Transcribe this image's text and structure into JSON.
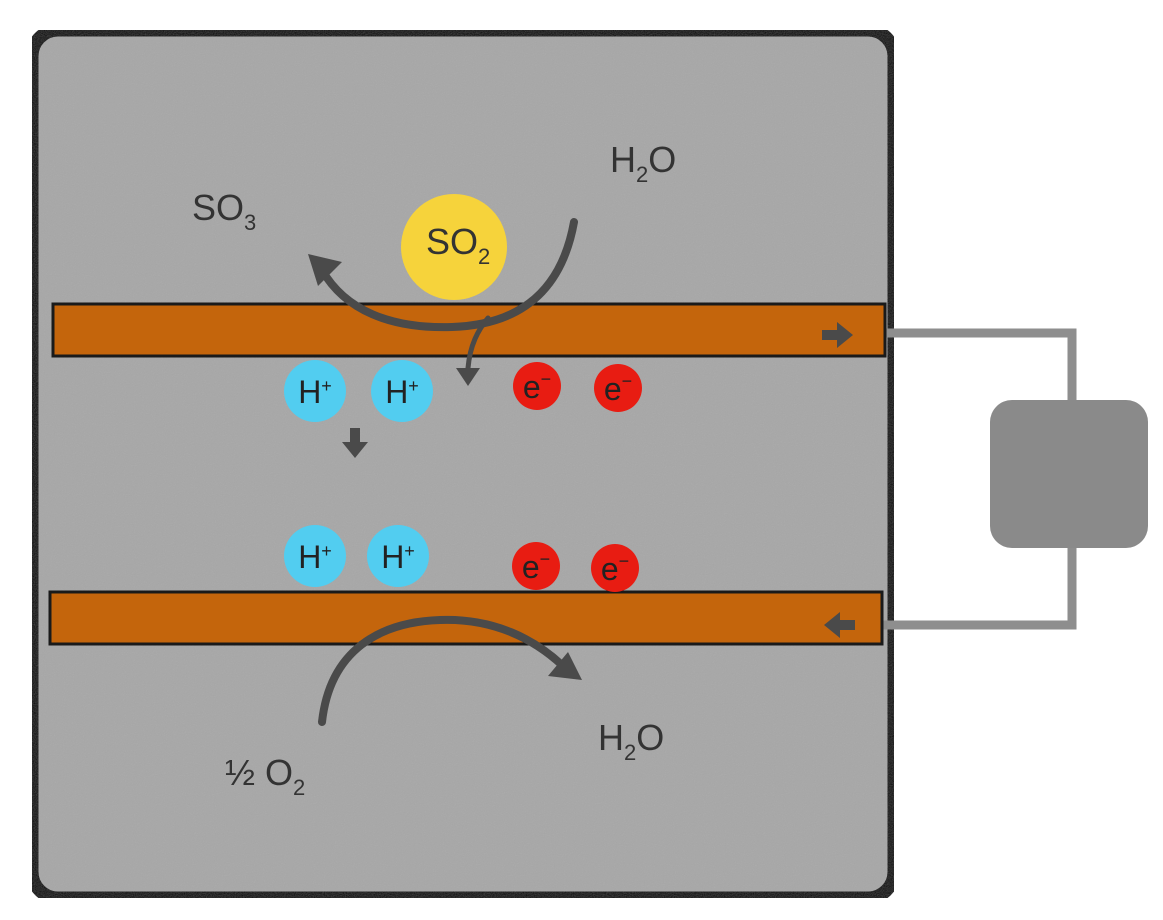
{
  "labels": {
    "so3_main": "SO",
    "so3_sub": "3",
    "h2o_top_h": "H",
    "h2o_top_sub": "2",
    "h2o_top_o": "O",
    "so2_main": "SO",
    "so2_sub": "2",
    "h2o_bottom_h": "H",
    "h2o_bottom_sub": "2",
    "h2o_bottom_o": "O",
    "o2_half": "½ O",
    "o2_sub": "2"
  },
  "particles": {
    "proton_base": "H",
    "proton_charge": "+",
    "electron_base": "e",
    "electron_charge": "−"
  },
  "colors": {
    "chamber_fill": "#a7a7a7",
    "chamber_border": "#111111",
    "electrode_fill": "#c4650c",
    "electrode_border": "#1a1a1a",
    "arrow": "#4a4a4a",
    "so2_fill": "#f6d33b",
    "proton_fill": "#52cdf0",
    "electron_fill": "#e81c12",
    "circuit": "#8e8e8e",
    "device_fill": "#8a8a8a",
    "text": "#333333"
  }
}
